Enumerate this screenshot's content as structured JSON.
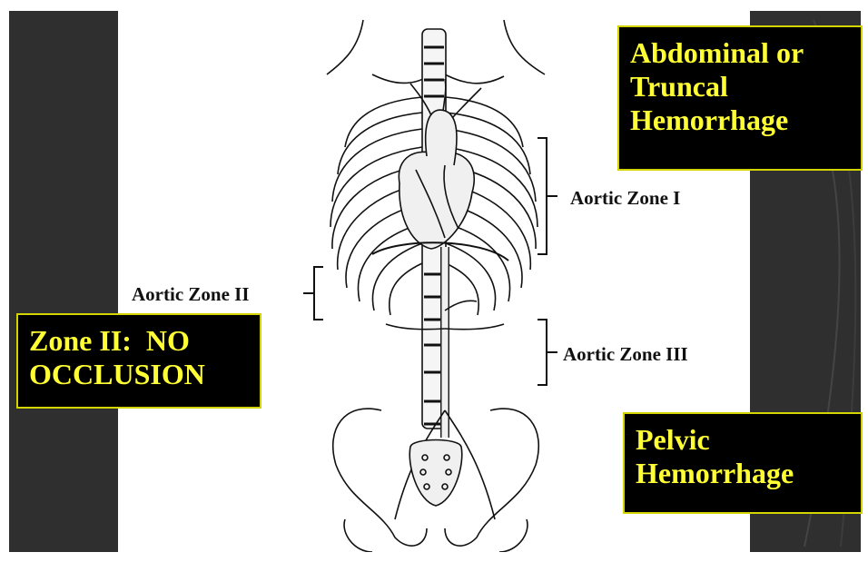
{
  "callouts": {
    "abdominal": {
      "line1": "Abdominal or",
      "line2": "Truncal",
      "line3": "Hemorrhage"
    },
    "zone2": {
      "line1": "Zone II:  NO",
      "line2": "OCCLUSION"
    },
    "pelvic": {
      "line1": "Pelvic",
      "line2": "Hemorrhage"
    }
  },
  "zones": {
    "zone1": "Aortic Zone I",
    "zone2": "Aortic Zone II",
    "zone3": "Aortic Zone III"
  },
  "colors": {
    "callout_bg": "#000000",
    "callout_text": "#ffff33",
    "callout_border": "#d4d400",
    "side_panels": "#2f2f2f"
  }
}
